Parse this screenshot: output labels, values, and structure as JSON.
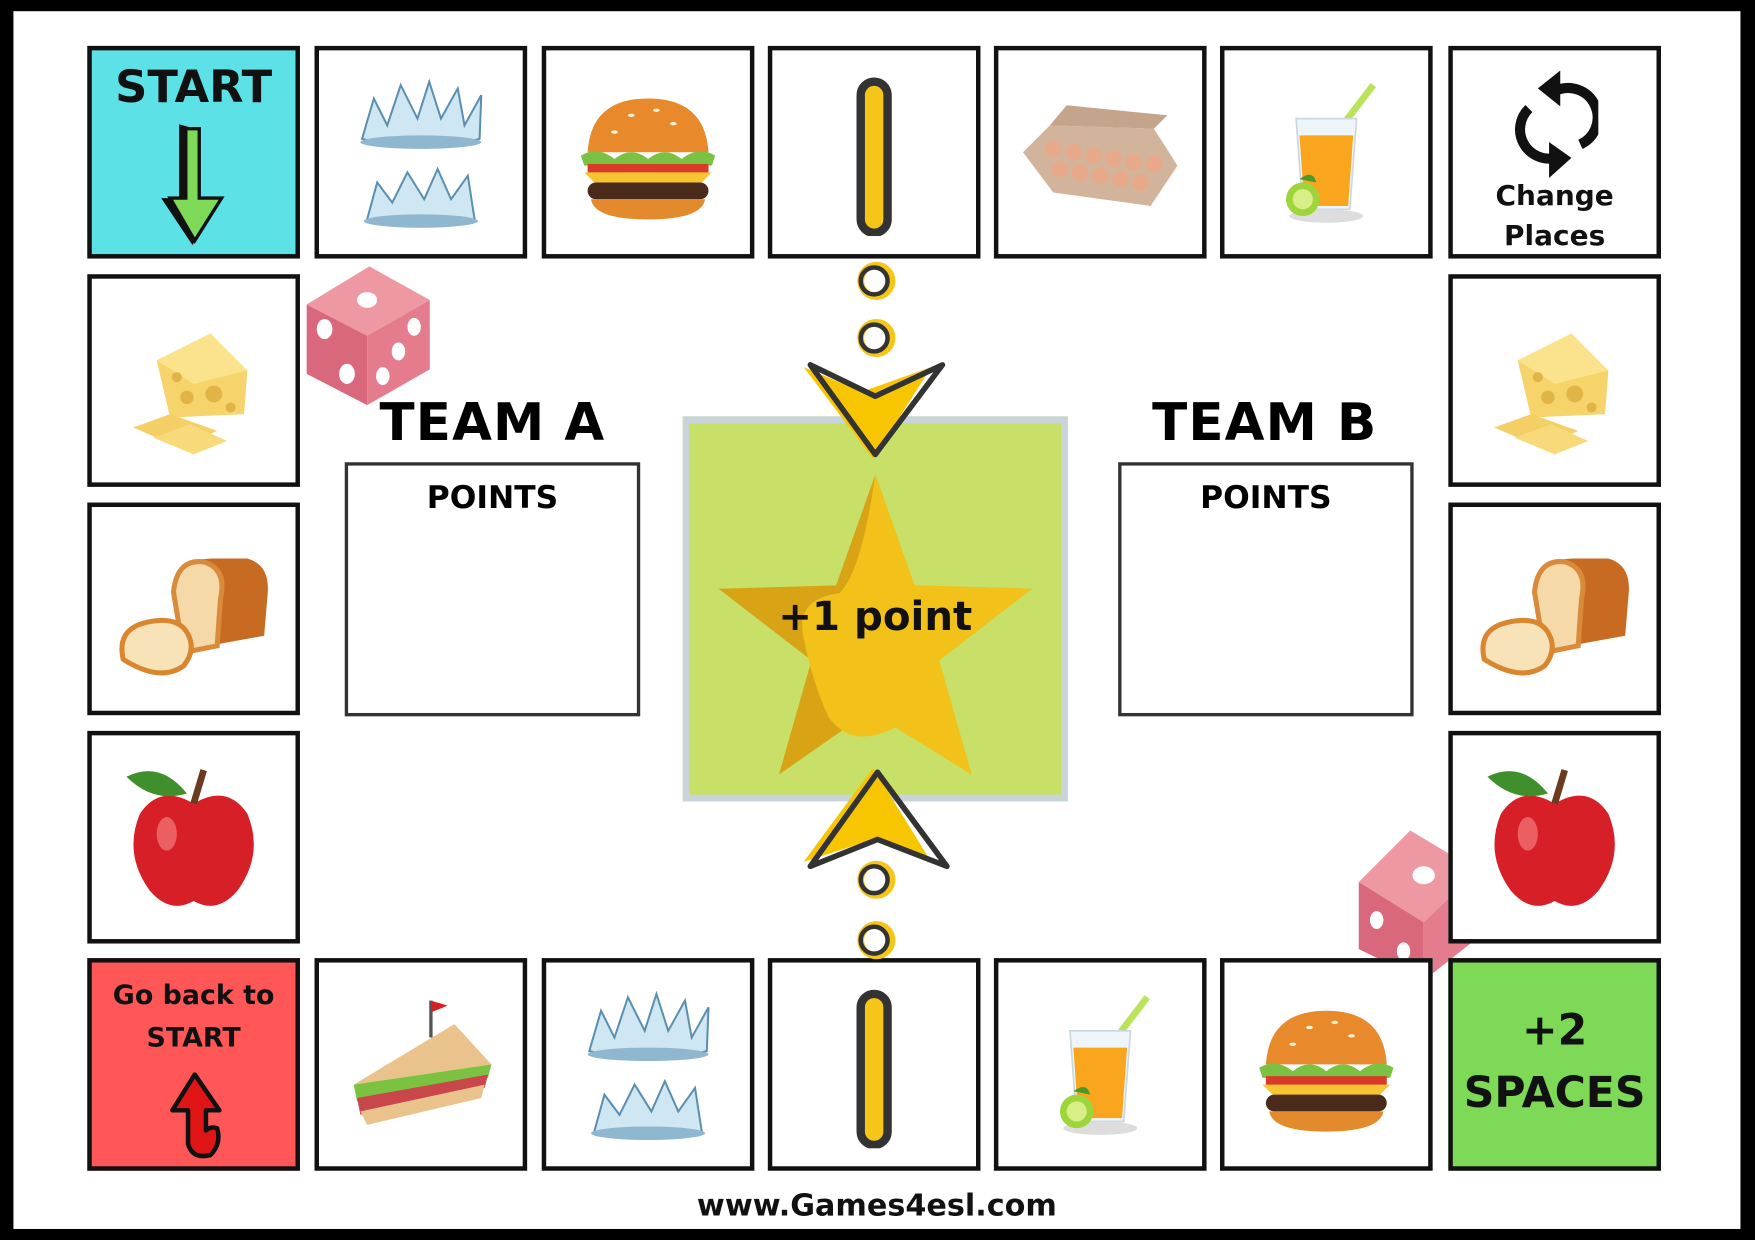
{
  "board": {
    "tiles": [
      {
        "kind": "start",
        "label": "START",
        "icon": "green-down-arrow-icon"
      },
      {
        "kind": "food",
        "icon": "water-icon"
      },
      {
        "kind": "food",
        "icon": "burger-icon"
      },
      {
        "kind": "path",
        "icon": "path-bar-icon"
      },
      {
        "kind": "food",
        "icon": "eggs-icon"
      },
      {
        "kind": "food",
        "icon": "juice-icon"
      },
      {
        "kind": "change",
        "label_line1": "Change",
        "label_line2": "Places",
        "icon": "swap-arrows-icon"
      },
      {
        "kind": "food",
        "icon": "cheese-icon"
      },
      {
        "kind": "food",
        "icon": "bread-icon"
      },
      {
        "kind": "food",
        "icon": "apple-icon"
      },
      {
        "kind": "plus",
        "label_line1": "+2",
        "label_line2": "SPACES"
      },
      {
        "kind": "food",
        "icon": "burger-icon"
      },
      {
        "kind": "food",
        "icon": "juice-icon"
      },
      {
        "kind": "path",
        "icon": "path-bar-icon"
      },
      {
        "kind": "food",
        "icon": "water-icon"
      },
      {
        "kind": "food",
        "icon": "sandwich-icon"
      },
      {
        "kind": "back",
        "label_line1": "Go back to",
        "label_line2": "START",
        "icon": "red-curved-arrow-icon"
      },
      {
        "kind": "food",
        "icon": "apple-icon"
      },
      {
        "kind": "food",
        "icon": "bread-icon"
      },
      {
        "kind": "food",
        "icon": "cheese-icon"
      }
    ]
  },
  "team_a": {
    "title": "TEAM A",
    "points_label": "POINTS"
  },
  "team_b": {
    "title": "TEAM B",
    "points_label": "POINTS"
  },
  "center": {
    "label": "+1 point"
  },
  "footer": {
    "url": "www.Games4esl.com"
  },
  "colors": {
    "start": "#5ce1e6",
    "back": "#ff5757",
    "plus": "#7ed957",
    "center": "#c8e068",
    "star": "#f2c21b",
    "dice": "#e8798a"
  }
}
